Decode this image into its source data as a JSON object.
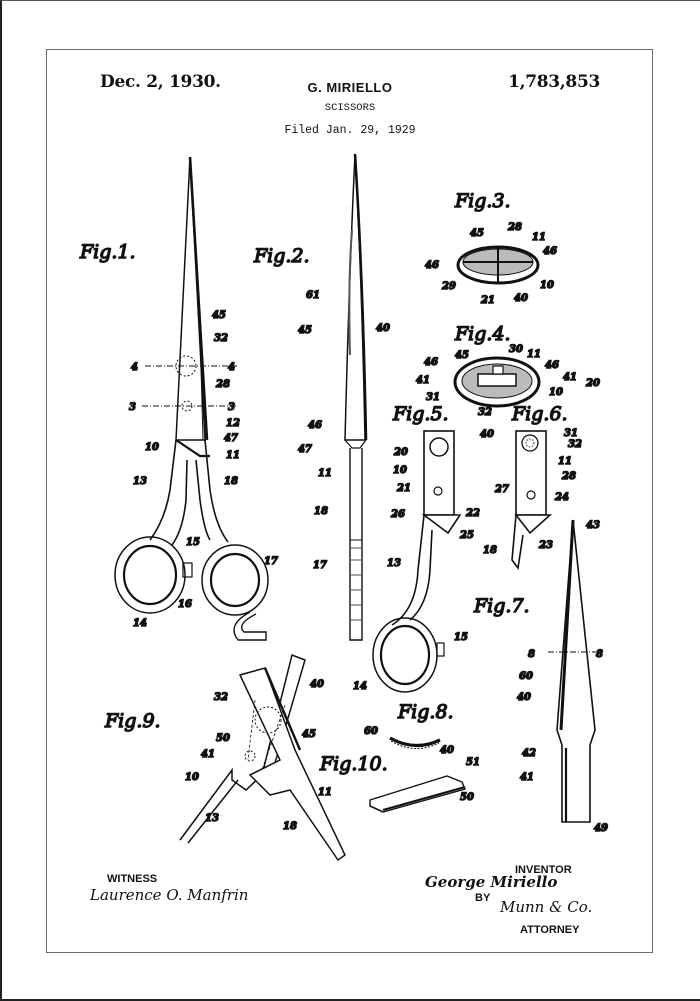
{
  "header": {
    "date": "Dec. 2, 1930.",
    "inventor_name": "G. MIRIELLO",
    "patent_number": "1,783,853",
    "title": "SCISSORS",
    "filed": "Filed Jan. 29, 1929"
  },
  "figures": [
    {
      "id": "fig1",
      "label": "Fig.1.",
      "refs": [
        "45",
        "32",
        "4",
        "4",
        "28",
        "3",
        "3",
        "12",
        "47",
        "10",
        "11",
        "13",
        "18",
        "15",
        "17",
        "16",
        "14"
      ]
    },
    {
      "id": "fig2",
      "label": "Fig.2.",
      "refs": [
        "61",
        "45",
        "40",
        "46",
        "47",
        "11",
        "18",
        "17"
      ]
    },
    {
      "id": "fig3",
      "label": "Fig.3.",
      "refs": [
        "45",
        "28",
        "11",
        "46",
        "46",
        "29",
        "21",
        "40",
        "10"
      ]
    },
    {
      "id": "fig4",
      "label": "Fig.4.",
      "refs": [
        "46",
        "45",
        "30",
        "11",
        "46",
        "41",
        "41",
        "20",
        "31",
        "10",
        "32",
        "40"
      ]
    },
    {
      "id": "fig5",
      "label": "Fig.5.",
      "refs": [
        "20",
        "10",
        "21",
        "26",
        "22",
        "25",
        "13",
        "15",
        "14"
      ]
    },
    {
      "id": "fig6",
      "label": "Fig.6.",
      "refs": [
        "31",
        "32",
        "11",
        "28",
        "27",
        "24",
        "18",
        "23"
      ]
    },
    {
      "id": "fig7",
      "label": "Fig.7.",
      "refs": [
        "43",
        "8",
        "8",
        "60",
        "40",
        "42",
        "41",
        "49"
      ]
    },
    {
      "id": "fig8",
      "label": "Fig.8.",
      "refs": [
        "60",
        "40"
      ]
    },
    {
      "id": "fig9",
      "label": "Fig.9.",
      "refs": [
        "32",
        "40",
        "50",
        "45",
        "41",
        "10",
        "11",
        "13",
        "18"
      ]
    },
    {
      "id": "fig10",
      "label": "Fig.10.",
      "refs": [
        "51",
        "50"
      ]
    }
  ],
  "signatures": {
    "witness_label": "WITNESS",
    "witness_signature": "Laurence O. Manfrin",
    "inventor_label": "INVENTOR",
    "inventor_signature": "George Miriello",
    "by_label": "BY",
    "attorney_signature": "Munn & Co.",
    "attorney_label": "ATTORNEY"
  }
}
